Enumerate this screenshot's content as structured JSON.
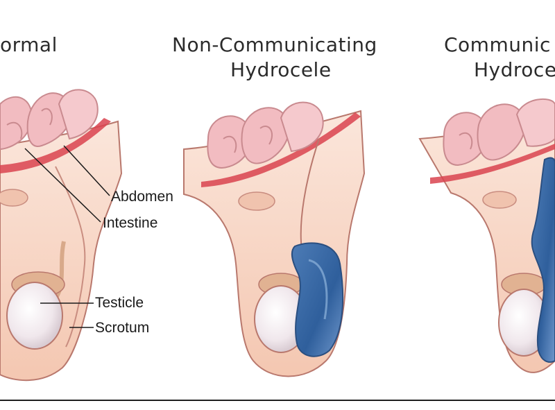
{
  "titles": {
    "normal": "ormal",
    "noncomm_line1": "Non-Communicating",
    "noncomm_line2": "Hydrocele",
    "comm_line1": "Communic",
    "comm_line2": "Hydroce"
  },
  "labels": {
    "abdomen": "Abdomen",
    "intestine": "Intestine",
    "testicle": "Testicle",
    "scrotum": "Scrotum"
  },
  "colors": {
    "skin": "#f6cfba",
    "skin_light": "#fbe3d5",
    "outline": "#b9786d",
    "intestine": "#f2bcc1",
    "abdomen_wall": "#d9434f",
    "fluid": "#3c6aa4",
    "fluid_light": "#8fb3dc",
    "testicle": "#f3eef2",
    "epididymis": "#d8a98a"
  }
}
